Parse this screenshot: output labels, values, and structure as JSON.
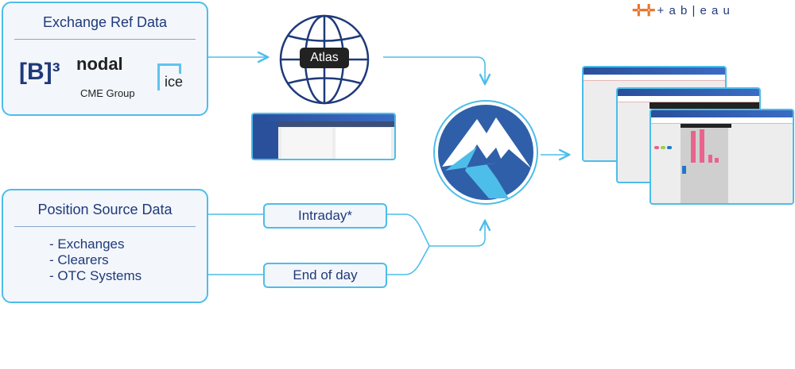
{
  "exchange_ref": {
    "title": "Exchange Ref Data",
    "logos": [
      "[B]³",
      "nodal",
      "CME Group",
      "ice"
    ]
  },
  "position_source": {
    "title": "Position Source Data",
    "items": [
      "-  Exchanges",
      "-  Clearers",
      "-  OTC Systems"
    ]
  },
  "atlas": {
    "label": "Atlas"
  },
  "feeds": {
    "intraday": "Intraday*",
    "eod": "End of day"
  },
  "tableau": {
    "logo": "+ a b | e a u"
  },
  "colors": {
    "accent": "#4dbde9",
    "navy": "#1f3a7a",
    "mountain": "#2f5fa8"
  }
}
